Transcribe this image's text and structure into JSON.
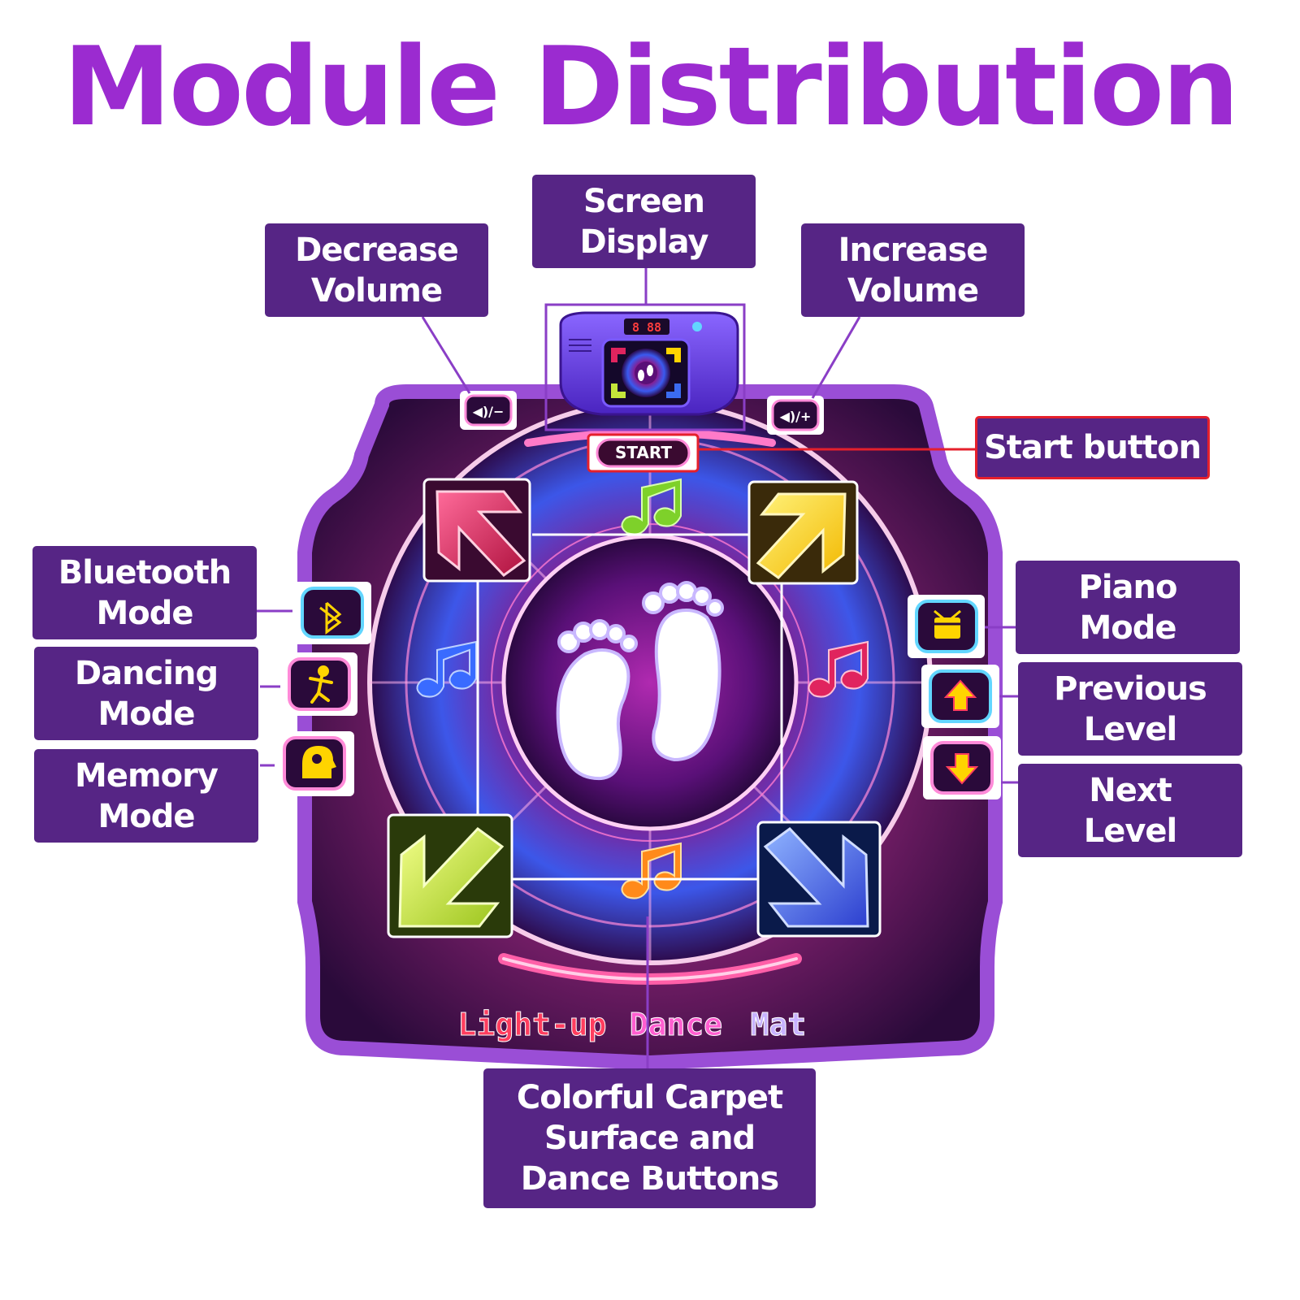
{
  "title": "Module Distribution",
  "mat_title": {
    "word1": "Light-up",
    "word2": "Dance",
    "word3": "Mat"
  },
  "device": {
    "display_digits": "8 88",
    "start_label": "START"
  },
  "buttons": {
    "volume_down": "◀)/−",
    "volume_up": "◀)/+"
  },
  "labels": {
    "screen_display": "Screen\nDisplay",
    "decrease_volume": "Decrease\nVolume",
    "increase_volume": "Increase\nVolume",
    "start_button": "Start button",
    "bluetooth_mode": "Bluetooth\nMode",
    "dancing_mode": "Dancing\nMode",
    "memory_mode": "Memory\nMode",
    "piano_mode": "Piano\nMode",
    "previous_level": "Previous\nLevel",
    "next_level": "Next\nLevel",
    "carpet": "Colorful Carpet\nSurface and\nDance Buttons"
  },
  "colors": {
    "title": "#9b2bd0",
    "label_bg": "#562585",
    "label_text": "#ffffff",
    "start_border": "#e5202c",
    "mat_border": "#8a3ec6",
    "arrow_pink": "#e0245e",
    "arrow_yellow": "#ffd400",
    "arrow_green": "#c4e63a",
    "arrow_blue": "#3b6bf0"
  },
  "icons": [
    "bluetooth-icon",
    "dancer-icon",
    "brain-icon",
    "drum-icon",
    "up-arrow-icon",
    "down-arrow-icon",
    "music-note-icon",
    "footprint-icon"
  ]
}
